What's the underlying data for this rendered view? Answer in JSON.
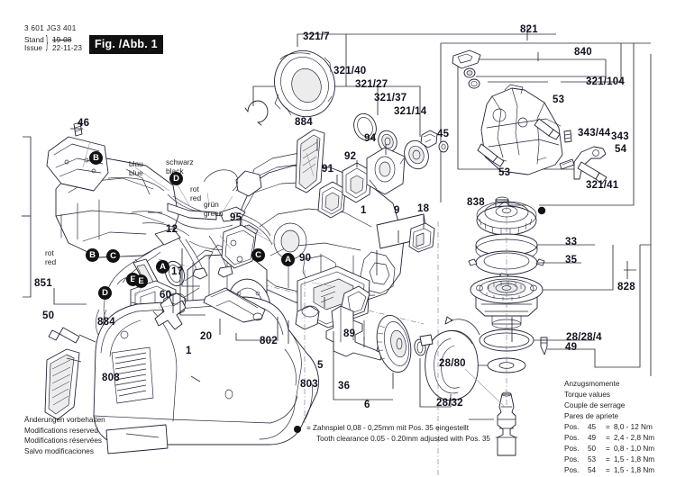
{
  "header": {
    "part_number": "3 601 JG3 401",
    "label_stand": "Stand",
    "label_issue": "Issue",
    "value_stand": "19-08",
    "value_issue": "22-11-23",
    "figure": "Fig. /Abb. 1"
  },
  "footer": {
    "modifications": [
      "Änderungen vorbehalten",
      "Modifications reserved",
      "Modifications réservées",
      "Salvo modificaciones"
    ]
  },
  "note": {
    "line_de": "=  Zahnspiel 0,08 - 0,25mm mit Pos. 35 eingestellt",
    "line_en": "Tooth clearance 0.05 - 0.20mm adjusted with Pos. 35"
  },
  "torque": {
    "titles": [
      "Anzugsmomente",
      "Torque values",
      "Couple de serrage",
      "Pares de apriete"
    ],
    "rows": [
      {
        "pos": "Pos.",
        "num": "45",
        "eq": "=",
        "value": "8,0 - 12  Nm"
      },
      {
        "pos": "Pos.",
        "num": "49",
        "eq": "=",
        "value": "2,4 - 2,8 Nm"
      },
      {
        "pos": "Pos.",
        "num": "50",
        "eq": "=",
        "value": "0,8 - 1,0 Nm"
      },
      {
        "pos": "Pos.",
        "num": "53",
        "eq": "=",
        "value": "1,5 - 1,8 Nm"
      },
      {
        "pos": "Pos.",
        "num": "54",
        "eq": "=",
        "value": "1,5 - 1,8 Nm"
      }
    ]
  },
  "wire_labels": [
    {
      "id": "blau",
      "de": "blau",
      "en": "blue"
    },
    {
      "id": "schwarz",
      "de": "schwarz",
      "en": "black"
    },
    {
      "id": "rot1",
      "de": "rot",
      "en": "red"
    },
    {
      "id": "gruen",
      "de": "grün",
      "en": "green"
    },
    {
      "id": "rot2",
      "de": "rot",
      "en": "red"
    }
  ],
  "bubbles": [
    {
      "id": "b1",
      "label": "B"
    },
    {
      "id": "d1",
      "label": "D"
    },
    {
      "id": "b2",
      "label": "B"
    },
    {
      "id": "c1",
      "label": "C"
    },
    {
      "id": "e1",
      "label": "E"
    },
    {
      "id": "a1",
      "label": "A"
    },
    {
      "id": "c2",
      "label": "C"
    },
    {
      "id": "a2",
      "label": "A"
    },
    {
      "id": "d2",
      "label": "D"
    },
    {
      "id": "e2",
      "label": "E"
    }
  ],
  "callouts": [
    {
      "id": "c_321_7",
      "label": "321/7"
    },
    {
      "id": "c_321_40",
      "label": "321/40"
    },
    {
      "id": "c_321_27",
      "label": "321/27"
    },
    {
      "id": "c_321_37",
      "label": "321/37"
    },
    {
      "id": "c_321_14",
      "label": "321/14"
    },
    {
      "id": "c_821",
      "label": "821"
    },
    {
      "id": "c_840",
      "label": "840"
    },
    {
      "id": "c_321_104",
      "label": "321/104"
    },
    {
      "id": "c_321_41",
      "label": "321/41"
    },
    {
      "id": "c_343_44",
      "label": "343/44"
    },
    {
      "id": "c_343",
      "label": "343"
    },
    {
      "id": "c_54",
      "label": "54"
    },
    {
      "id": "c_53a",
      "label": "53"
    },
    {
      "id": "c_53b",
      "label": "53"
    },
    {
      "id": "c_45",
      "label": "45"
    },
    {
      "id": "c_838",
      "label": "838"
    },
    {
      "id": "c_33",
      "label": "33"
    },
    {
      "id": "c_35",
      "label": "35"
    },
    {
      "id": "c_828",
      "label": "828"
    },
    {
      "id": "c_28_28_4",
      "label": "28/28/4"
    },
    {
      "id": "c_49",
      "label": "49"
    },
    {
      "id": "c_28_80",
      "label": "28/80"
    },
    {
      "id": "c_28_32",
      "label": "28/32"
    },
    {
      "id": "c_884a",
      "label": "884"
    },
    {
      "id": "c_884b",
      "label": "884"
    },
    {
      "id": "c_94",
      "label": "94"
    },
    {
      "id": "c_92",
      "label": "92"
    },
    {
      "id": "c_91",
      "label": "91"
    },
    {
      "id": "c_9",
      "label": "9"
    },
    {
      "id": "c_18",
      "label": "18"
    },
    {
      "id": "c_1a",
      "label": "1"
    },
    {
      "id": "c_1b",
      "label": "1"
    },
    {
      "id": "c_90",
      "label": "90"
    },
    {
      "id": "c_89",
      "label": "89"
    },
    {
      "id": "c_95",
      "label": "95"
    },
    {
      "id": "c_46",
      "label": "46"
    },
    {
      "id": "c_12",
      "label": "12"
    },
    {
      "id": "c_851",
      "label": "851"
    },
    {
      "id": "c_50",
      "label": "50"
    },
    {
      "id": "c_17",
      "label": "17"
    },
    {
      "id": "c_60",
      "label": "60"
    },
    {
      "id": "c_20",
      "label": "20"
    },
    {
      "id": "c_802",
      "label": "802"
    },
    {
      "id": "c_808",
      "label": "808"
    },
    {
      "id": "c_5",
      "label": "5"
    },
    {
      "id": "c_803",
      "label": "803"
    },
    {
      "id": "c_36",
      "label": "36"
    },
    {
      "id": "c_6",
      "label": "6"
    }
  ],
  "colors": {
    "ink": "#232335",
    "paper": "#ffffff",
    "leader": "#2a2a3a",
    "dash": "#7b7b8c"
  }
}
